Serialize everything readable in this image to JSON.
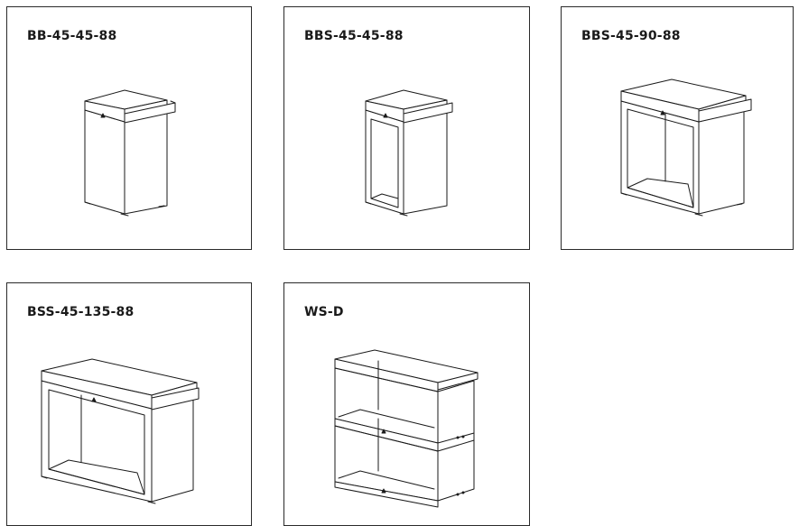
{
  "products": [
    {
      "code": "BB-45-45-88",
      "icon": "solid-base-cabinet-drawing"
    },
    {
      "code": "BBS-45-45-88",
      "icon": "open-frame-cabinet-drawing"
    },
    {
      "code": "BBS-45-90-88",
      "icon": "wide-open-frame-cabinet-drawing"
    },
    {
      "code": "BSS-45-135-88",
      "icon": "extra-wide-open-frame-cabinet-drawing"
    },
    {
      "code": "WS-D",
      "icon": "double-shelf-unit-drawing"
    }
  ]
}
